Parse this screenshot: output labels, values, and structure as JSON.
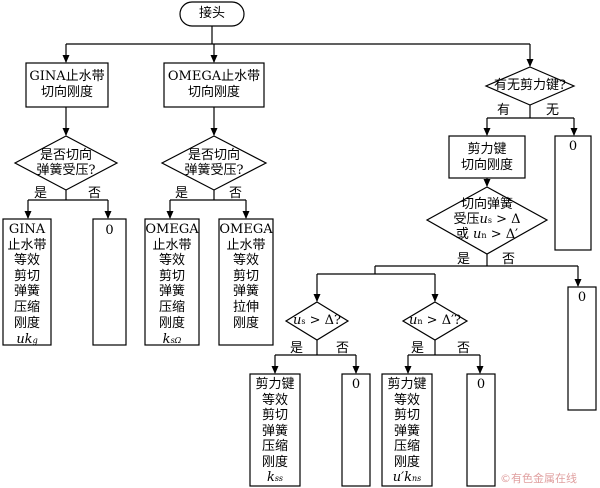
{
  "start": "接头",
  "gina": {
    "box": "GINA止水带\n切向刚度",
    "q": "是否切向\n弹簧受压?",
    "yes": "是",
    "no": "否",
    "res": "GINA\n止水带\n等效\n剪切\n弹簧\n压缩\n刚度",
    "sym": "uk",
    "symsub": "g",
    "zero": "0"
  },
  "omega": {
    "box": "OMEGA止水带\n切向刚度",
    "q": "是否切向\n弹簧受压?",
    "yes": "是",
    "no": "否",
    "res_comp": "OMEGA\n止水带\n等效\n剪切\n弹簧\n压缩\n刚度",
    "sym_comp": "k",
    "symsub_comp": "sΩ",
    "res_tens": "OMEGA\n止水带\n等效\n剪切\n弹簧\n拉伸\n刚度"
  },
  "key": {
    "q": "有无剪力键?",
    "yes": "有",
    "no": "无",
    "zero": "0",
    "box": "剪力键\n切向刚度",
    "q2_l1": "切向弹簧",
    "q2_l2a": "受压",
    "q2_l2b": "u",
    "q2_l2sub": "s",
    "q2_l2c": " > Δ",
    "q2_l3a": "或 ",
    "q2_l3b": "u",
    "q2_l3sub": "n",
    "q2_l3c": " > Δ′",
    "yes2": "是",
    "no2": "否",
    "zero2": "0",
    "qs_a": "u",
    "qs_sub": "s",
    "qs_c": " > Δ?",
    "qn_a": "u",
    "qn_sub": "n",
    "qn_c": " > Δ′?",
    "yes_s": "是",
    "no_s": "否",
    "yes_n": "是",
    "no_n": "否",
    "res_s": "剪力键\n等效\n剪切\n弹簧\n压缩\n刚度",
    "sym_s": "k",
    "symsub_s": "ss",
    "res_n": "剪力键\n等效\n剪切\n弹簧\n压缩\n刚度",
    "sym_n": "u′k",
    "symsub_n": "ns",
    "zero_s": "0",
    "zero_n": "0"
  },
  "watermark": "©有色金属在线"
}
